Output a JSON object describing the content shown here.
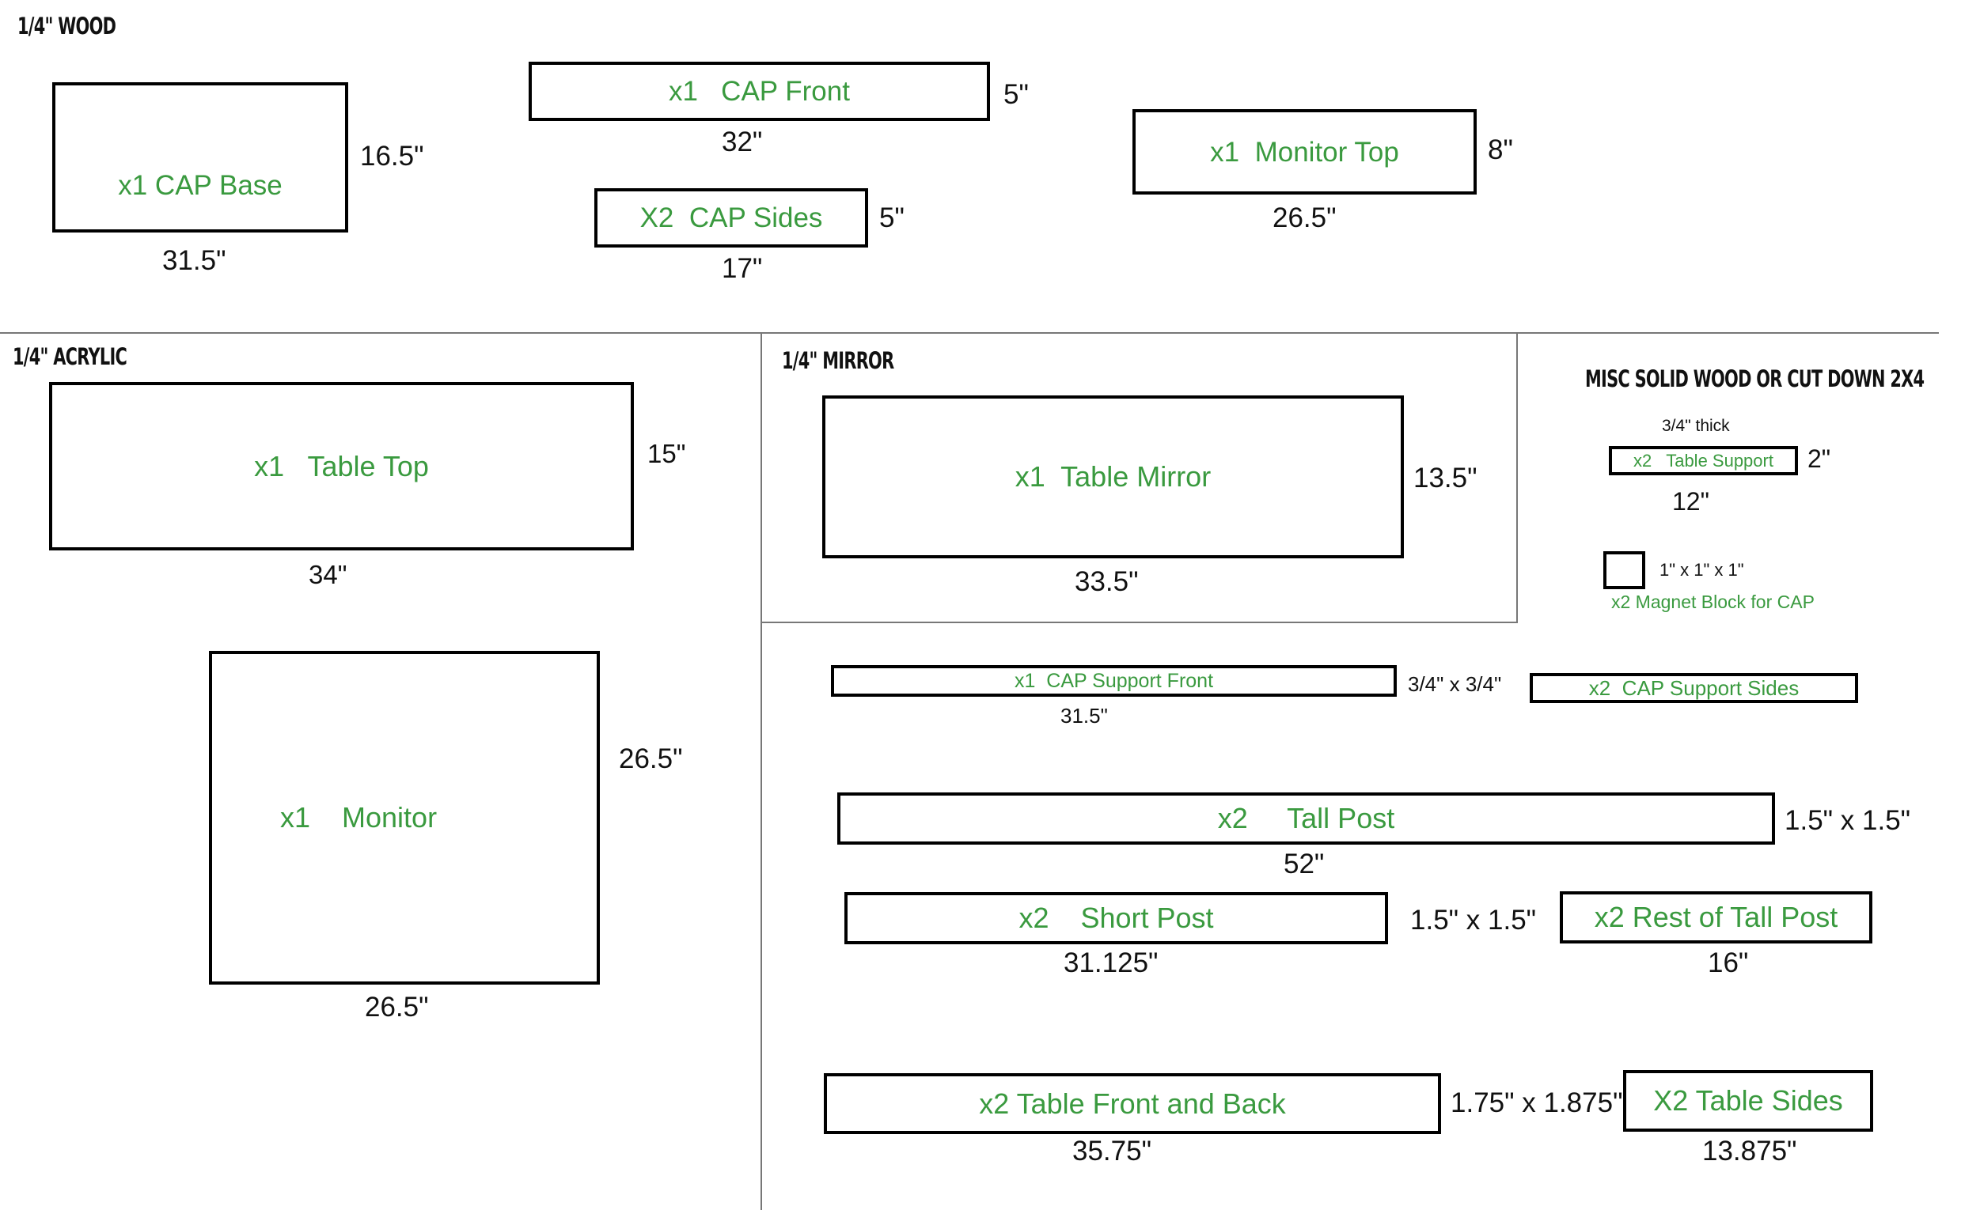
{
  "sections": {
    "wood": "1/4\" WOOD",
    "acrylic": "1/4\" ACRYLIC",
    "mirror": "1/4\" MIRROR",
    "misc": "MISC SOLID WOOD OR CUT DOWN 2X4"
  },
  "pieces": {
    "cap_base": {
      "label": "x1 CAP Base",
      "w": "31.5\"",
      "h": "16.5\""
    },
    "cap_front": {
      "label": "x1   CAP Front",
      "w": "32\"",
      "h": "5\""
    },
    "cap_sides": {
      "label": "X2  CAP Sides",
      "w": "17\"",
      "h": "5\""
    },
    "monitor_top": {
      "label": "x1  Monitor Top",
      "w": "26.5\"",
      "h": "8\""
    },
    "table_top": {
      "label": "x1   Table Top",
      "w": "34\"",
      "h": "15\""
    },
    "monitor": {
      "label": "x1    Monitor",
      "w": "26.5\"",
      "h": "26.5\""
    },
    "table_mirror": {
      "label": "x1  Table Mirror",
      "w": "33.5\"",
      "h": "13.5\""
    },
    "table_support": {
      "label": "x2   Table Support",
      "w": "12\"",
      "h": "2\"",
      "thick": "3/4\" thick"
    },
    "magnet_block": {
      "label": "x2 Magnet Block for CAP",
      "size": "1\" x 1\" x 1\""
    },
    "cap_support_front": {
      "label": "x1  CAP Support Front",
      "w": "31.5\"",
      "section": "3/4\" x 3/4\""
    },
    "cap_support_sides": {
      "label": "x2  CAP Support Sides"
    },
    "tall_post": {
      "label": "x2     Tall Post",
      "w": "52\"",
      "section": "1.5\" x 1.5\""
    },
    "short_post": {
      "label": "x2    Short Post",
      "w": "31.125\"",
      "section": "1.5\" x 1.5\""
    },
    "rest_tall_post": {
      "label": "x2 Rest of Tall Post",
      "w": "16\""
    },
    "table_front_back": {
      "label": "x2 Table Front and Back",
      "w": "35.75\"",
      "section": "1.75\" x 1.875\""
    },
    "table_sides": {
      "label": "X2 Table Sides",
      "w": "13.875\""
    }
  },
  "colors": {
    "label": "#3a9a3f",
    "outline": "#000000",
    "divider": "#777777"
  }
}
